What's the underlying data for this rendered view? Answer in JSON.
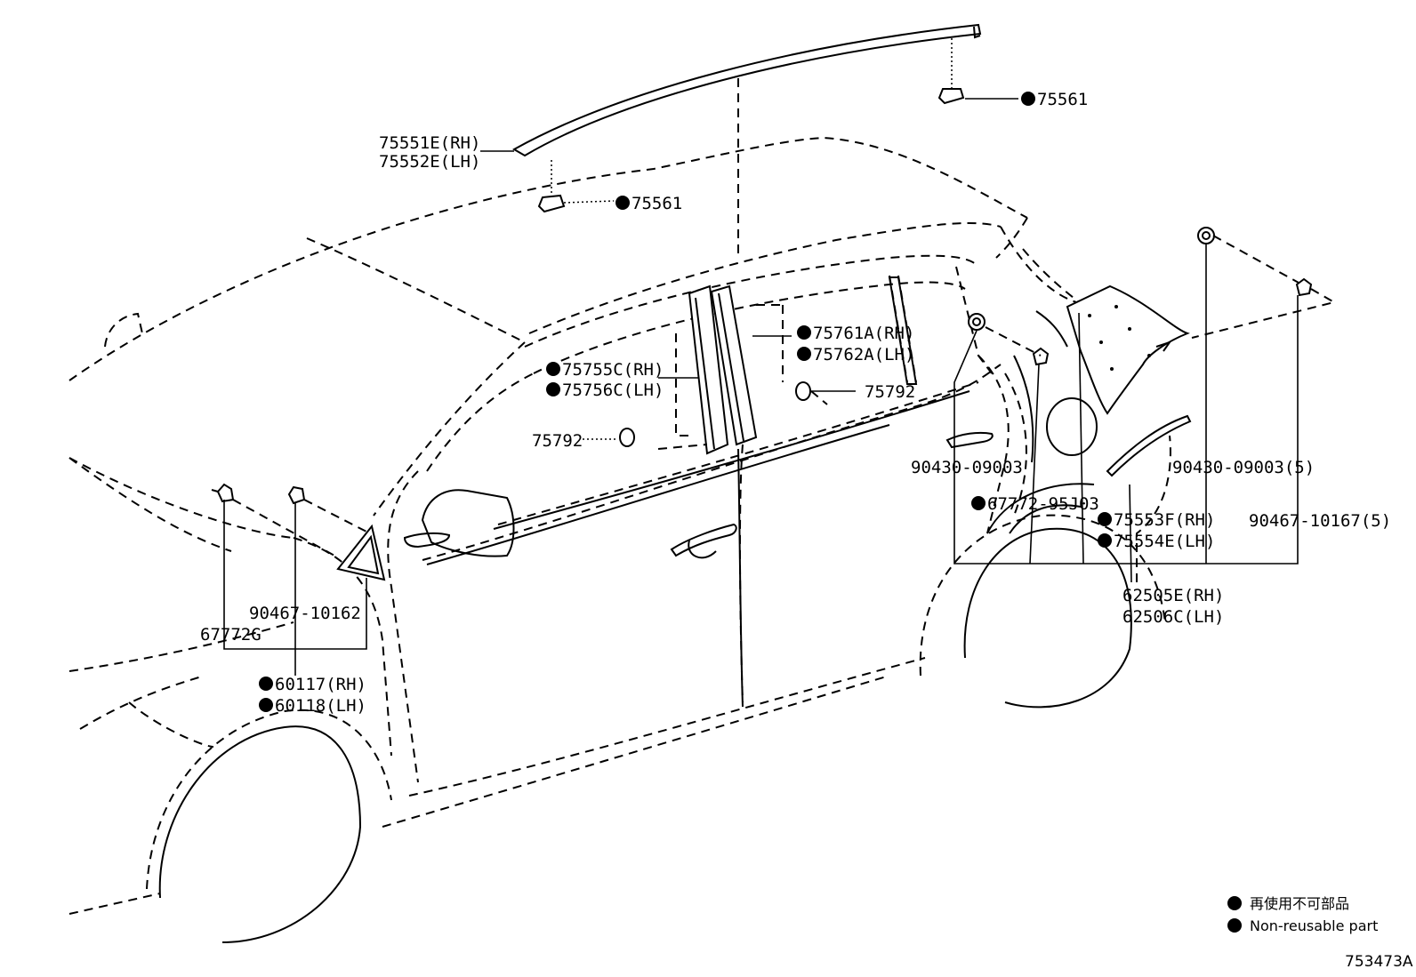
{
  "labels": {
    "rail_rh": "75551E(RH)",
    "rail_lh": "75552E(LH)",
    "clip_top_right": "75561",
    "clip_top_left": "75561",
    "pillar_rear_rh": "75761A(RH)",
    "pillar_rear_lh": "75762A(LH)",
    "pillar_front_rh": "75755C(RH)",
    "pillar_front_lh": "75756C(LH)",
    "clip_pillar_right": "75792",
    "clip_pillar_left": "75792",
    "screw_left_a": "90430-09003",
    "pad": "67772-95J03",
    "screw_right_a": "90430-09003(5)",
    "molding_rh": "75553F(RH)",
    "molding_lh": "75554E(LH)",
    "screw_right_b": "90467-10167(5)",
    "fender_rh": "62505E(RH)",
    "fender_lh": "62506C(LH)",
    "clip_front": "90467-10162",
    "cover": "67772G",
    "garnish_rh": "60117(RH)",
    "garnish_lh": "60118(LH)"
  },
  "legend": {
    "jp": "再使用不可部品",
    "en": "Non-reusable part"
  },
  "diagram_code": "753473A"
}
